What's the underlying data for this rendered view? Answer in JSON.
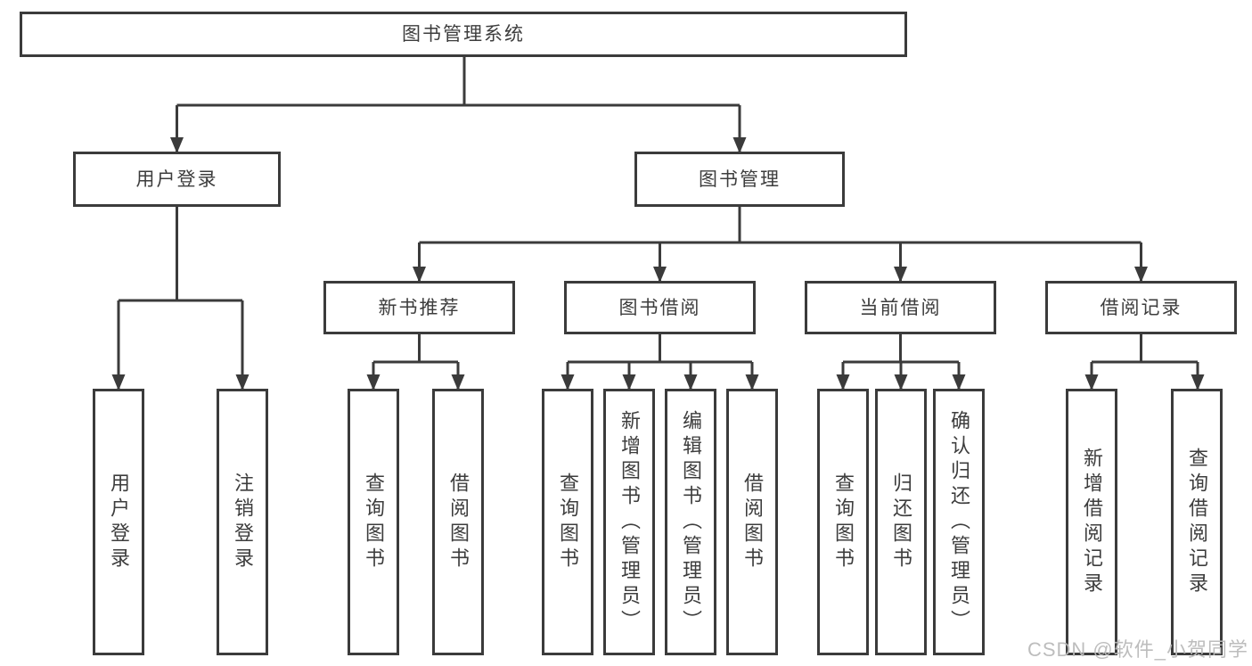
{
  "nodes": {
    "root": {
      "label": "图书管理系统"
    },
    "user_login": {
      "label": "用户登录"
    },
    "book_mgmt": {
      "label": "图书管理"
    },
    "new_books": {
      "label": "新书推荐"
    },
    "book_borrow": {
      "label": "图书借阅"
    },
    "current_borrow": {
      "label": "当前借阅"
    },
    "borrow_records": {
      "label": "借阅记录"
    },
    "leaf_user_login": {
      "label": "用户登录"
    },
    "leaf_logout": {
      "label": "注销登录"
    },
    "leaf_nb_query": {
      "label": "查询图书"
    },
    "leaf_nb_borrow": {
      "label": "借阅图书"
    },
    "leaf_bb_query": {
      "label": "查询图书"
    },
    "leaf_bb_add": {
      "label": "新增图书（管理员）"
    },
    "leaf_bb_edit": {
      "label": "编辑图书（管理员）"
    },
    "leaf_bb_borrow": {
      "label": "借阅图书"
    },
    "leaf_cb_query": {
      "label": "查询图书"
    },
    "leaf_cb_return": {
      "label": "归还图书"
    },
    "leaf_cb_confirm": {
      "label": "确认归还（管理员）"
    },
    "leaf_br_add": {
      "label": "新增借阅记录"
    },
    "leaf_br_query": {
      "label": "查询借阅记录"
    }
  },
  "watermark": {
    "text": "CSDN @软件_小贺同学"
  }
}
